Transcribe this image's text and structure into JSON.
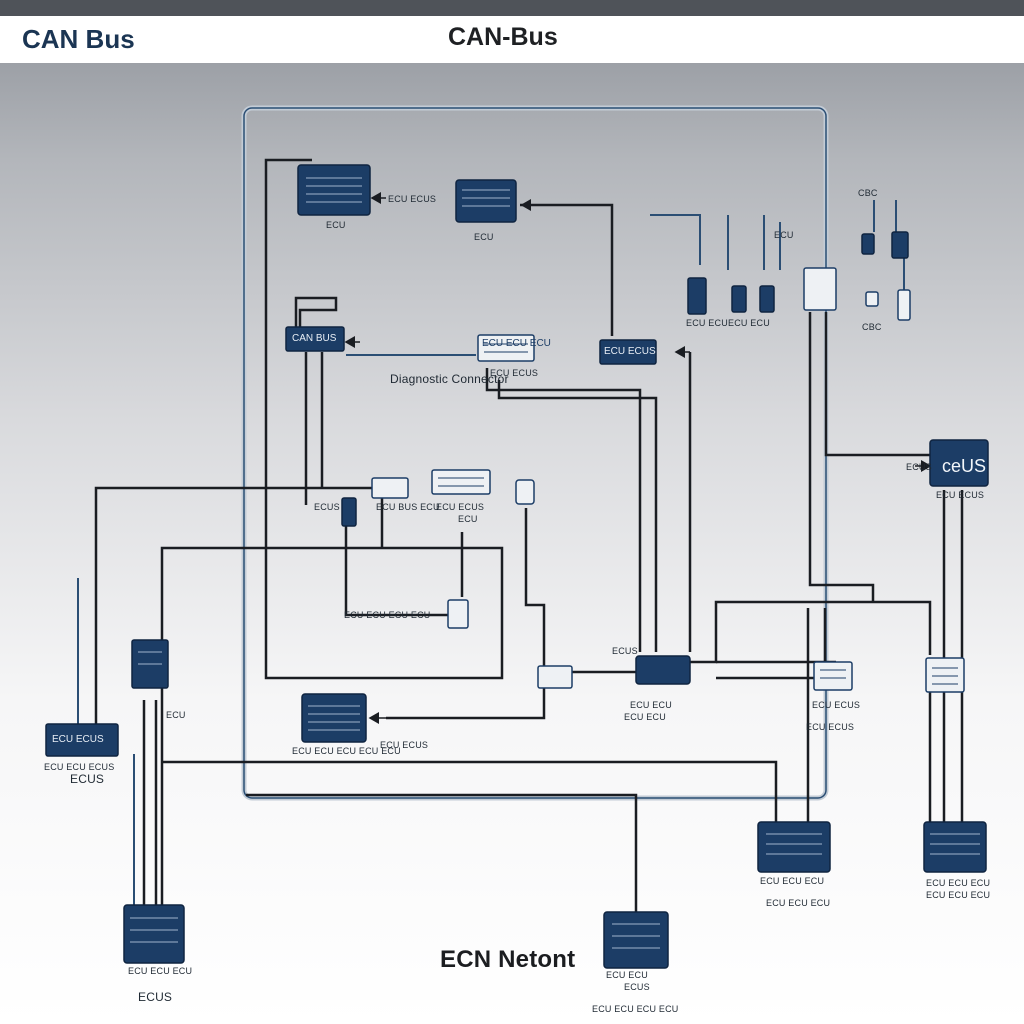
{
  "header": {
    "title_left": "CAN Bus",
    "title_center": "CAN-Bus"
  },
  "labels": {
    "top_module_caption": "ECU",
    "top_arrow_label": "ECU ECUS",
    "center_module_caption": "ECU",
    "right_top_caption": "ECU",
    "right_bottom_caption": "CBC",
    "gateway_box_text": "CAN BUS",
    "gateway_caption": "Diagnostic Connector",
    "small_bus_box_text": "ECU ECU ECU",
    "small_bus_caption": "ECU ECUS",
    "mid_right_box_text": "ECU ECUS",
    "ceus_text": "ceUS",
    "ceus_caption": "ECU ECUS",
    "row_connector_a": "ECUS",
    "row_connector_b": "ECU BUS ECU",
    "row_connector_b_sub": "ECU",
    "bus_label": "ECU ECU ECU ECU",
    "left_box_text": "ECU ECUS",
    "left_box_caption": "ECU ECU ECUS",
    "left_box_sub": "ECUS",
    "vert_node_caption": "ECU",
    "bottom_mid_caption": "ECU ECU ECU ECU ECU",
    "hub_caption": "ECU ECU",
    "hub_left_label": "ECUS",
    "hub_sub": "ECU ECU",
    "laptop_caption": "ECU ECUS",
    "laptop_sub": "ECU ECUS",
    "bottom_right_caption_1": "ECU ECU ECU",
    "bottom_right_caption_2": "ECU ECU ECU",
    "far_right_caption": "ECU ECU ECU",
    "bottom_left_caption": "ECU ECU ECU",
    "bottom_left_sub": "ECUS",
    "bottom_center_caption": "ECU ECU",
    "bottom_center_sub": "ECUS",
    "bottom_center_sub2": "ECU ECU ECU ECU",
    "network_title": "ECN Netont"
  },
  "colors": {
    "navy": "#1c3d66",
    "wire": "#1a1d22",
    "wire_blue": "#2b4e74",
    "frame": "#b9c4cf"
  }
}
